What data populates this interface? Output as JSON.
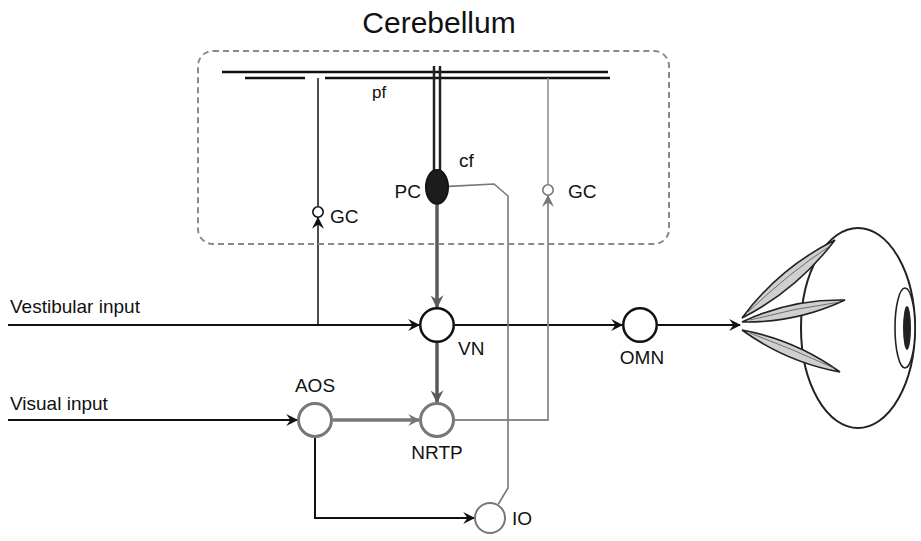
{
  "diagram": {
    "nodes": [
      {
        "text": [
          "Cerebellum"
        ]
      },
      {
        "text": [
          "GC"
        ],
        "in": 0
      },
      {
        "text": [
          "PC"
        ],
        "in": 0
      },
      {
        "text": [
          "GC"
        ],
        "in": 0
      },
      {
        "text": [
          "VN"
        ]
      },
      {
        "text": [
          "OMN"
        ]
      },
      {
        "text": [
          "AOS"
        ]
      },
      {
        "text": [
          "NRTP"
        ]
      },
      {
        "text": [
          "IO"
        ]
      }
    ],
    "edges": [
      {
        "from": 2,
        "to": 4,
        "arrow": "to"
      },
      {
        "from": 4,
        "to": 5,
        "arrow": "to"
      },
      {
        "from": 4,
        "to": 7,
        "arrow": "to"
      },
      {
        "from": 6,
        "to": 7,
        "arrow": "to"
      },
      {
        "from": 7,
        "to": 3,
        "arrow": "to"
      },
      {
        "from": 6,
        "to": 8,
        "arrow": "to"
      },
      {
        "from": 8,
        "to": 2,
        "arrow": "none",
        "label": "cf"
      }
    ],
    "labels": [
      "pf",
      "Vestibular input",
      "Visual input"
    ]
  }
}
